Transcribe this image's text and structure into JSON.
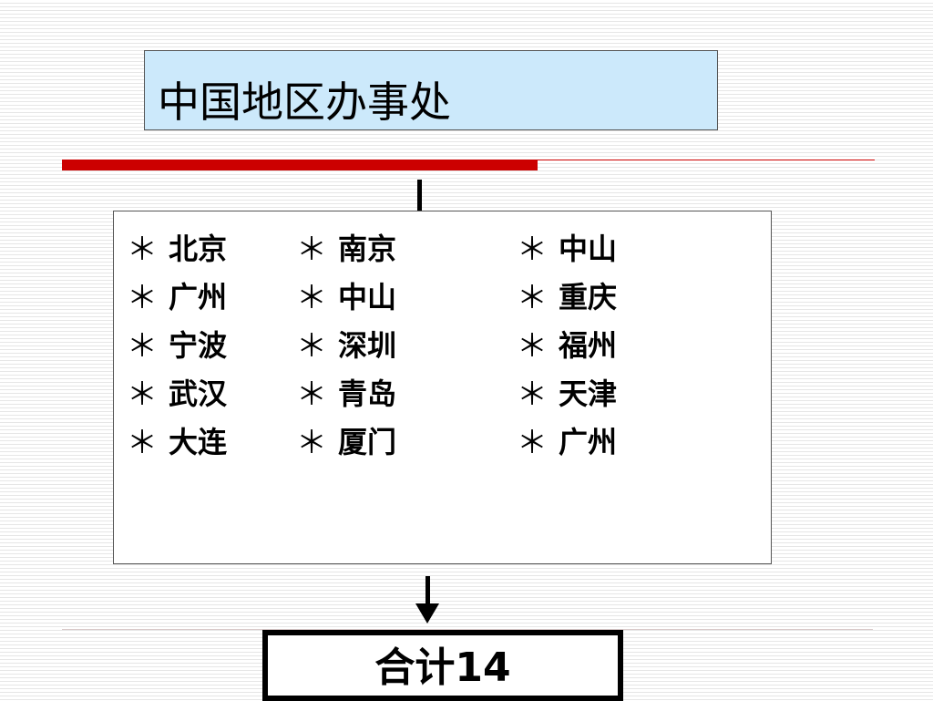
{
  "title": "中国地区办事处",
  "bullet": "＊",
  "columns": [
    {
      "items": [
        "北京",
        "广州",
        "宁波",
        "武汉",
        "大连"
      ]
    },
    {
      "items": [
        "南京",
        "中山",
        "深圳",
        "青岛",
        "厦门"
      ]
    },
    {
      "items": [
        "中山",
        "重庆",
        "福州",
        "天津",
        "广州"
      ]
    }
  ],
  "total": "合计14"
}
